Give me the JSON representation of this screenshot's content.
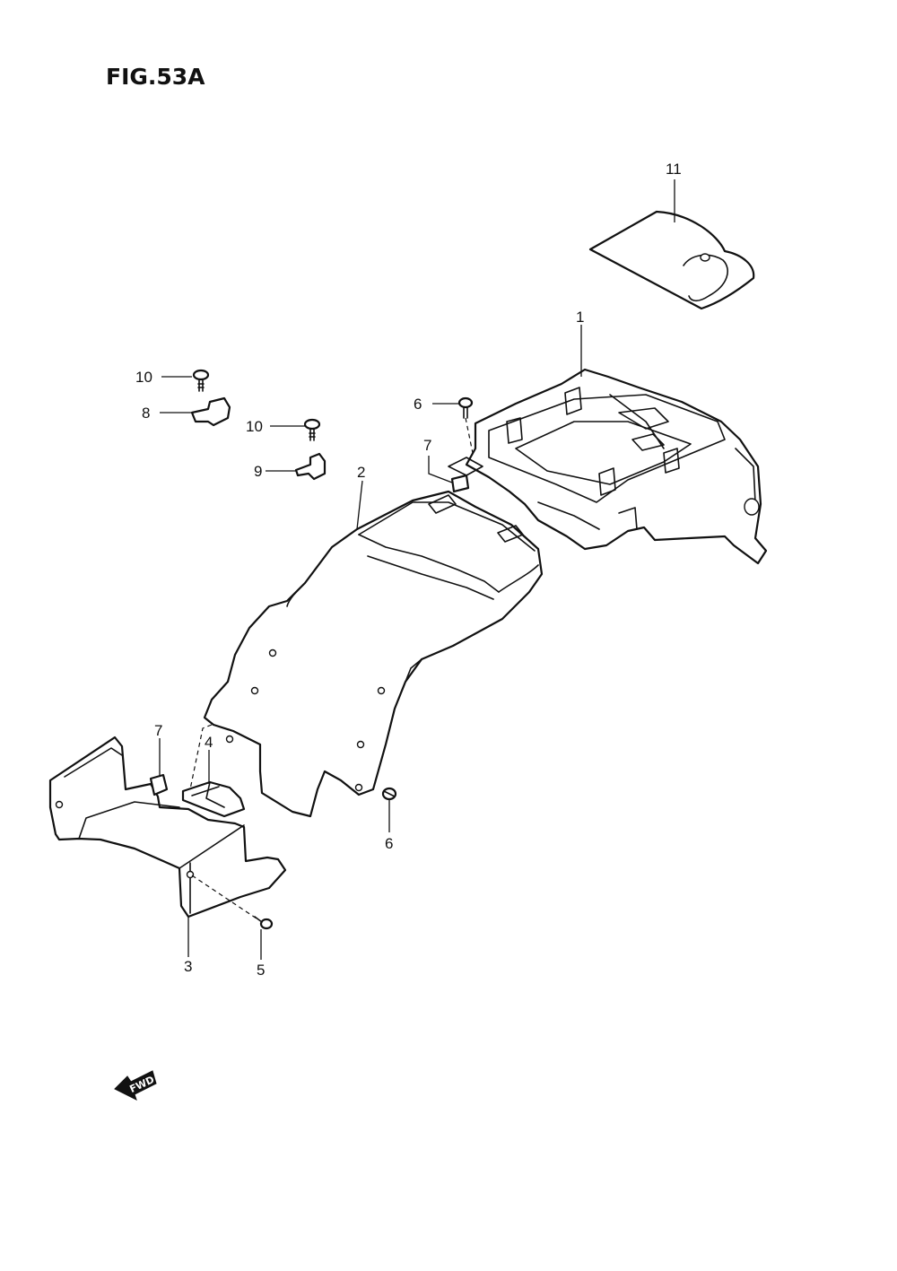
{
  "figure": {
    "title": "FIG.53A"
  },
  "callouts": [
    "11",
    "1",
    "10",
    "8",
    "6",
    "10",
    "7",
    "9",
    "2",
    "7",
    "4",
    "6",
    "3",
    "5"
  ],
  "fwd_label": "FWD"
}
